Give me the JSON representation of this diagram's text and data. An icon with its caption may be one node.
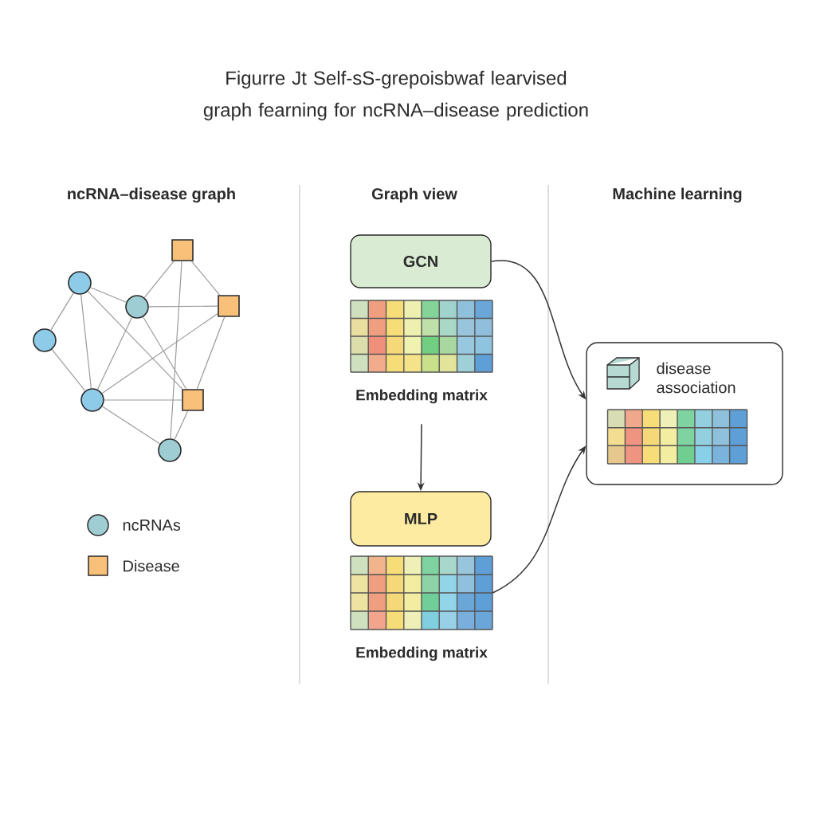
{
  "diagram": {
    "title": "Figurre Jt Self-sS-grepoisbwaf learvised graph fearning for ncRNA–disease prediction",
    "nodes": [
      {
        "text": [],
        "shape": "box"
      },
      {
        "text": [],
        "shape": "circle"
      },
      {
        "text": [],
        "shape": "circle"
      },
      {
        "text": [],
        "shape": "box"
      },
      {
        "text": [],
        "shape": "circle"
      },
      {
        "text": [],
        "shape": "circle"
      },
      {
        "text": [],
        "shape": "box"
      },
      {
        "text": [],
        "shape": "circle"
      },
      {
        "text": [
          "GCN"
        ]
      },
      {
        "text": [],
        "shape": "grid",
        "beside": [
          "Embedding matrix"
        ]
      },
      {
        "text": [
          "MLP"
        ]
      },
      {
        "text": [],
        "shape": "grid",
        "beside": [
          "Embedding matrix"
        ]
      },
      {
        "text": [
          "disease association"
        ]
      },
      {
        "text": [],
        "shape": "grid",
        "in": 12
      }
    ],
    "edges": [
      {
        "from": 1,
        "to": 4,
        "arrow": "none"
      },
      {
        "from": 1,
        "to": 5,
        "arrow": "none"
      },
      {
        "from": 1,
        "to": 2,
        "arrow": "none"
      },
      {
        "from": 1,
        "to": 6,
        "arrow": "none"
      },
      {
        "from": 2,
        "to": 0,
        "arrow": "none"
      },
      {
        "from": 2,
        "to": 3,
        "arrow": "none"
      },
      {
        "from": 2,
        "to": 5,
        "arrow": "none"
      },
      {
        "from": 2,
        "to": 6,
        "arrow": "none"
      },
      {
        "from": 0,
        "to": 3,
        "arrow": "none"
      },
      {
        "from": 0,
        "to": 7,
        "arrow": "none"
      },
      {
        "from": 3,
        "to": 5,
        "arrow": "none"
      },
      {
        "from": 3,
        "to": 6,
        "arrow": "none"
      },
      {
        "from": 5,
        "to": 6,
        "arrow": "none"
      },
      {
        "from": 5,
        "to": 7,
        "arrow": "none"
      },
      {
        "from": 7,
        "to": 6,
        "arrow": "none"
      },
      {
        "from": 4,
        "to": 5,
        "arrow": "none"
      },
      {
        "from": 8,
        "to": 12,
        "arrow": "to",
        "color": "#333333"
      },
      {
        "from": 9,
        "to": 10,
        "arrow": "to",
        "color": "#333333"
      },
      {
        "from": 11,
        "to": 12,
        "arrow": "to",
        "color": "#333333"
      }
    ],
    "labels": [
      "ncRNA–disease graph",
      "Graph view",
      "Machine learning"
    ],
    "legend": [
      {
        "text": "ncRNAs",
        "color": "#9ecdd3"
      },
      {
        "text": "Disease",
        "color": "#f9c07a"
      }
    ]
  }
}
